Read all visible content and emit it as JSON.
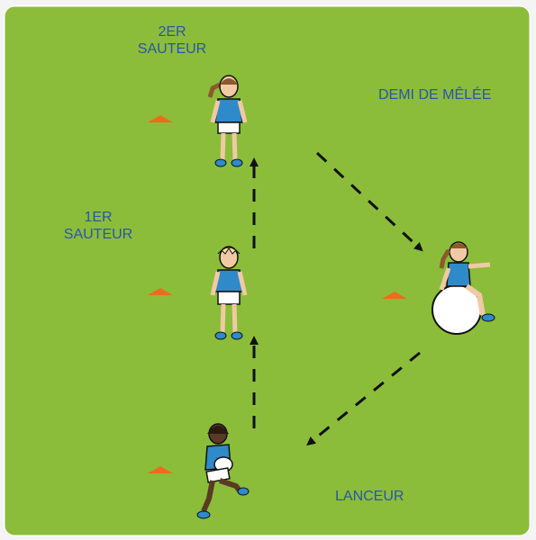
{
  "labels": {
    "second_jumper_line1": "2ER",
    "second_jumper_line2": "SAUTEUR",
    "first_jumper_line1": "1ER",
    "first_jumper_line2": "SAUTEUR",
    "scrum_half": "DEMI DE MÊLÉE",
    "thrower": "LANCEUR"
  },
  "colors": {
    "field": "#8bbd3a",
    "field_border": "#ffffff",
    "cone": "#f06a1e",
    "jersey": "#2f8ac9",
    "label_text": "#2a55a8",
    "arrow": "#111111"
  }
}
